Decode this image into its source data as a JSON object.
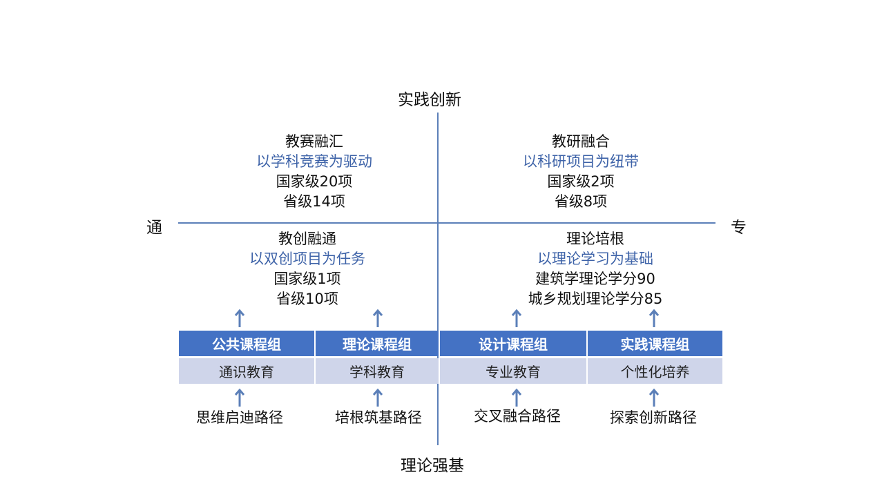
{
  "axes": {
    "top": "实践创新",
    "bottom": "理论强基",
    "left": "通",
    "right": "专"
  },
  "quadrants": [
    {
      "title": "教赛融汇",
      "subtitle": "以学科竞赛为驱动",
      "line1": "国家级20项",
      "line2": "省级14项"
    },
    {
      "title": "教研融合",
      "subtitle": "以科研项目为纽带",
      "line1": "国家级2项",
      "line2": "省级8项"
    },
    {
      "title": "教创融通",
      "subtitle": "以双创项目为任务",
      "line1": "国家级1项",
      "line2": "省级10项"
    },
    {
      "title": "理论培根",
      "subtitle": "以理论学习为基础",
      "line1": "建筑学理论学分90",
      "line2": "城乡规划理论学分85"
    }
  ],
  "groups": [
    {
      "header": "公共课程组",
      "education": "通识教育",
      "path": "思维启迪路径"
    },
    {
      "header": "理论课程组",
      "education": "学科教育",
      "path": "培根筑基路径"
    },
    {
      "header": "设计课程组",
      "education": "专业教育",
      "path": "交叉融合路径"
    },
    {
      "header": "实践课程组",
      "education": "个性化培养",
      "path": "探索创新路径"
    }
  ],
  "colors": {
    "header": "#4472c4",
    "row": "#cfd5ea",
    "accent_text": "#3e63a8",
    "axis": "#5b7fb8"
  }
}
